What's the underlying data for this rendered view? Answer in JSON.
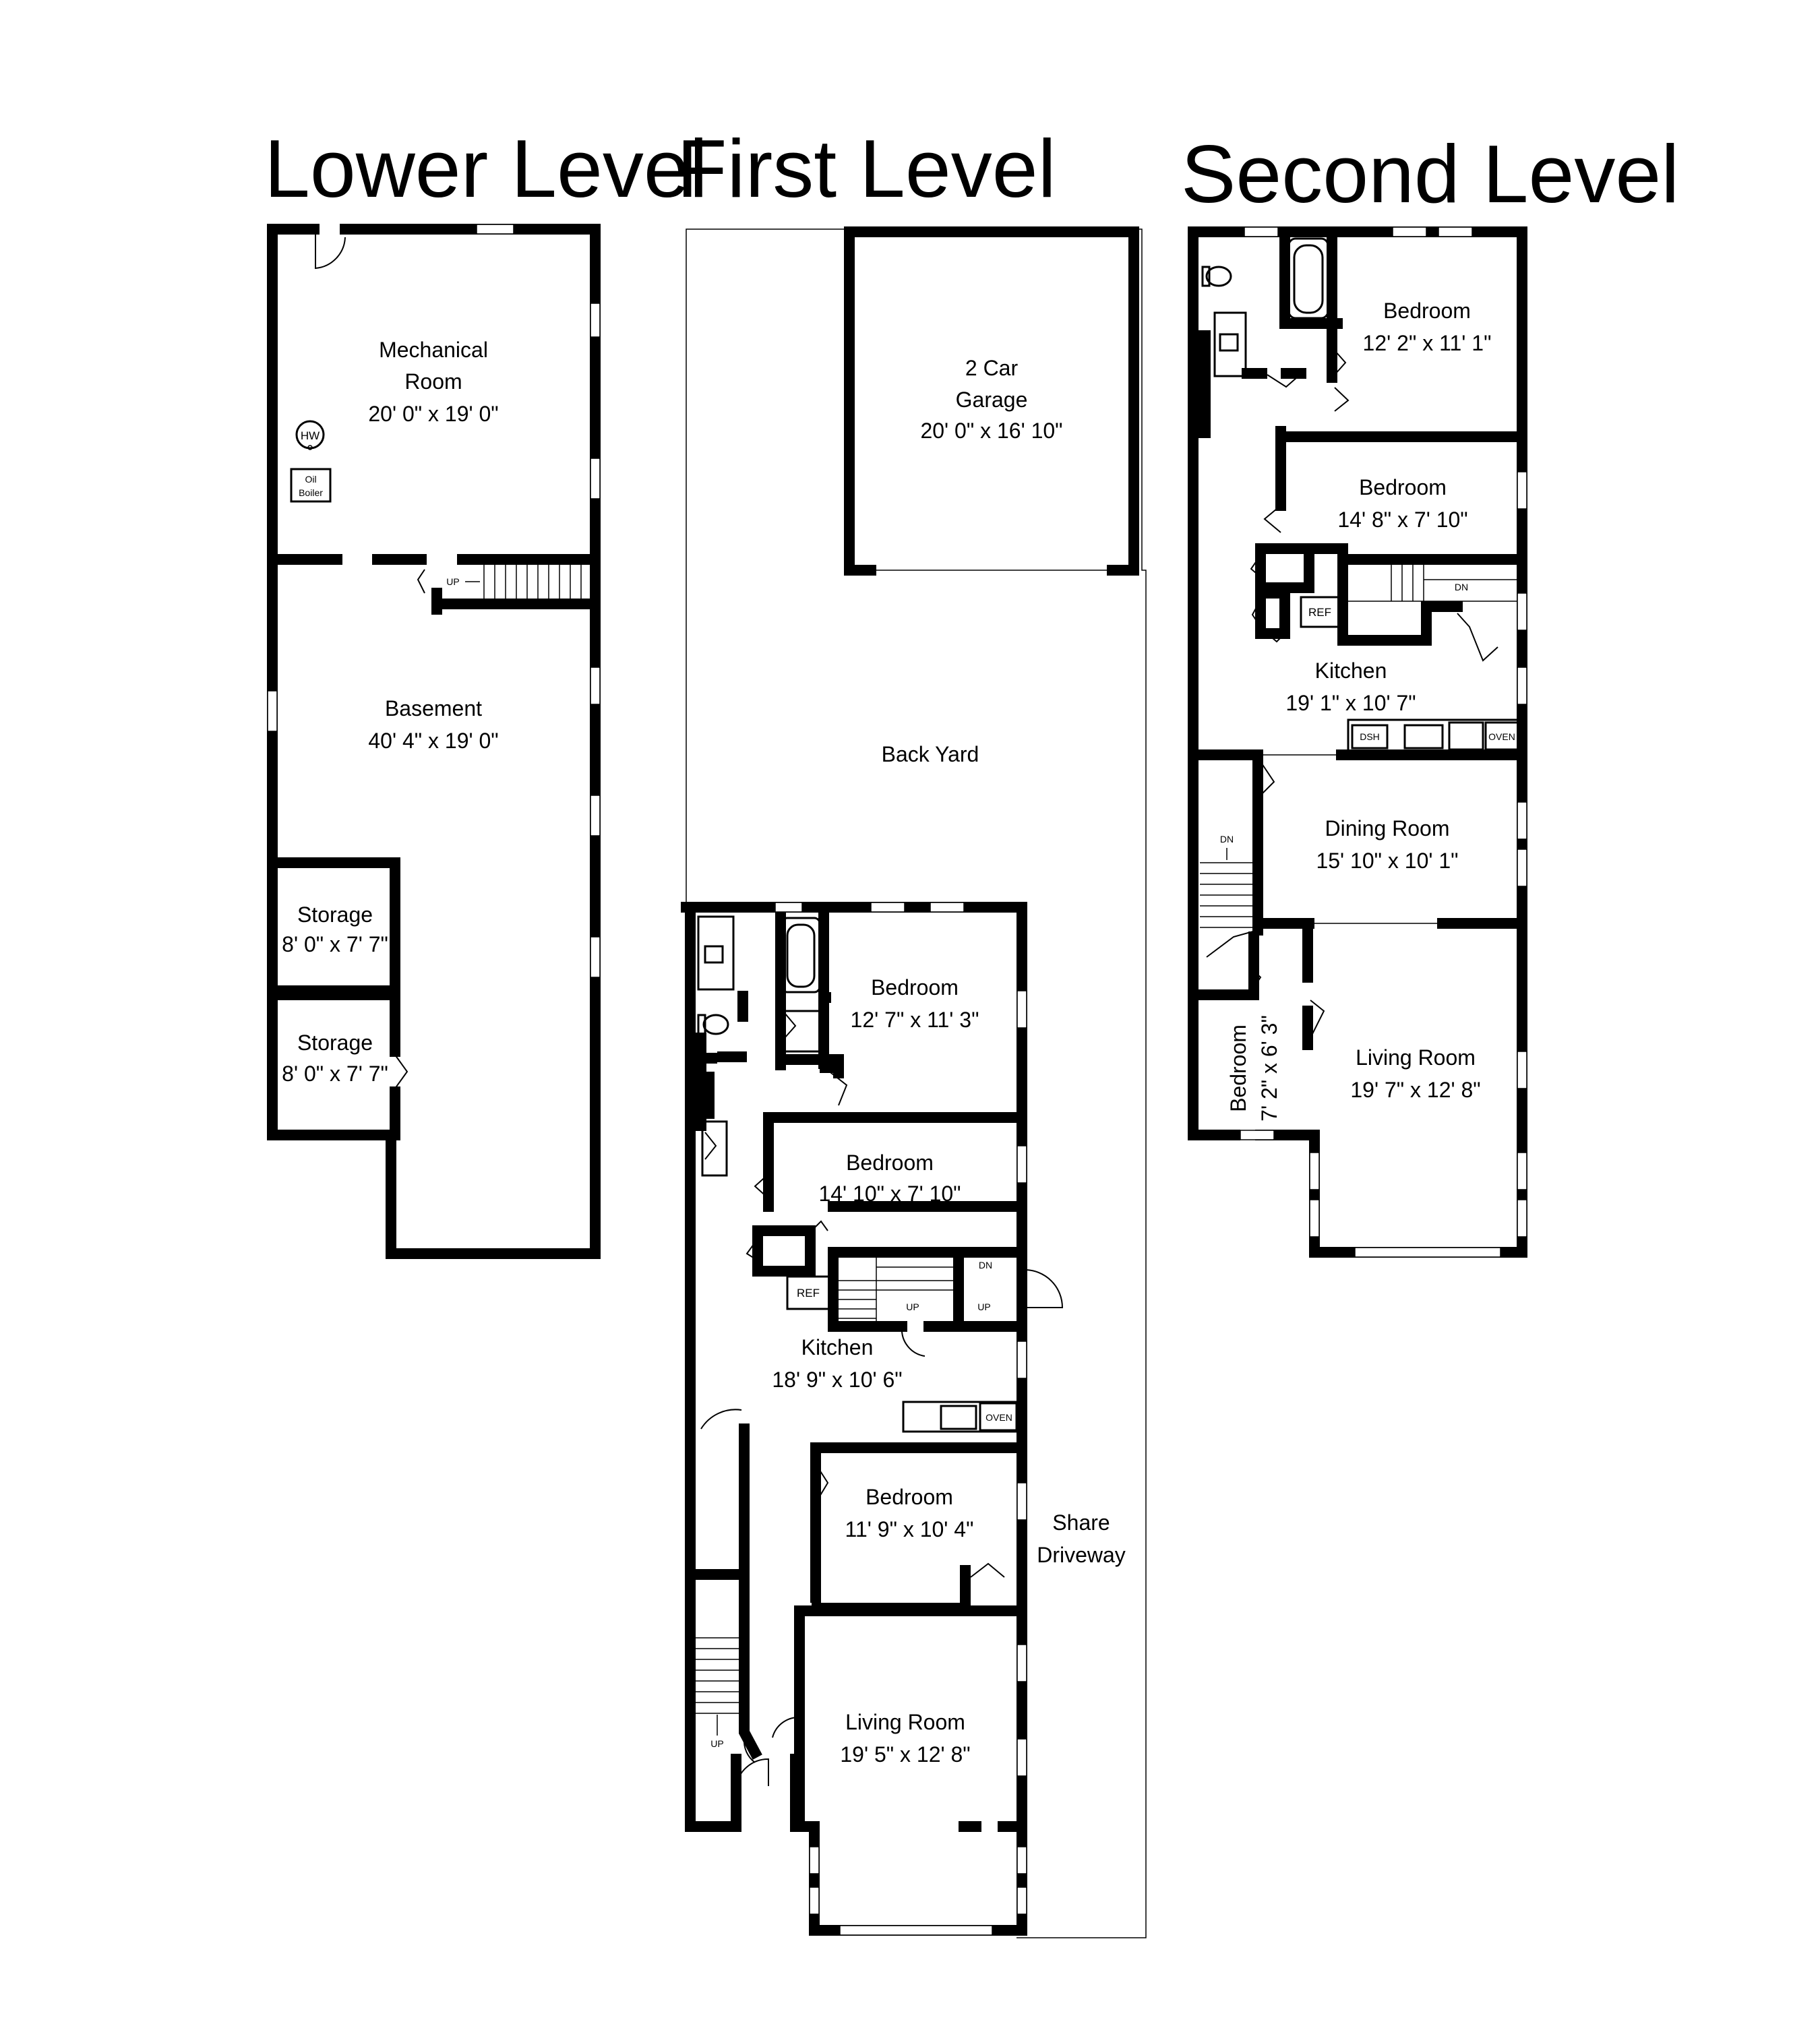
{
  "levels": {
    "lower": {
      "title": "Lower Level",
      "rooms": {
        "mechanical": {
          "name_l1": "Mechanical",
          "name_l2": "Room",
          "dims": "20' 0\" x 19' 0\""
        },
        "basement": {
          "name": "Basement",
          "dims": "40' 4\" x 19' 0\""
        },
        "storage1": {
          "name": "Storage",
          "dims": "8' 0\" x 7' 7\""
        },
        "storage2": {
          "name": "Storage",
          "dims": "8' 0\" x 7' 7\""
        }
      },
      "fixtures": {
        "hw": "HW",
        "boiler_l1": "Oil",
        "boiler_l2": "Boiler",
        "stair": "UP"
      }
    },
    "first": {
      "title": "First Level",
      "rooms": {
        "garage": {
          "name_l1": "2 Car",
          "name_l2": "Garage",
          "dims": "20' 0\" x 16' 10\""
        },
        "backyard": {
          "name": "Back Yard"
        },
        "bedroom1": {
          "name": "Bedroom",
          "dims": "12' 7\" x 11' 3\""
        },
        "bedroom2": {
          "name": "Bedroom",
          "dims": "14' 10\" x 7' 10\""
        },
        "kitchen": {
          "name": "Kitchen",
          "dims": "18' 9\" x 10' 6\""
        },
        "bedroom3": {
          "name": "Bedroom",
          "dims": "11' 9\" x 10' 4\""
        },
        "living": {
          "name": "Living Room",
          "dims": "19' 5\" x 12' 8\""
        },
        "driveway": {
          "name_l1": "Share",
          "name_l2": "Driveway"
        }
      },
      "fixtures": {
        "ref": "REF",
        "oven": "OVEN",
        "up": "UP",
        "dn": "DN"
      }
    },
    "second": {
      "title": "Second Level",
      "rooms": {
        "bedroom1": {
          "name": "Bedroom",
          "dims": "12' 2\" x 11' 1\""
        },
        "bedroom2": {
          "name": "Bedroom",
          "dims": "14' 8\" x 7' 10\""
        },
        "kitchen": {
          "name": "Kitchen",
          "dims": "19' 1\" x 10' 7\""
        },
        "dining": {
          "name": "Dining Room",
          "dims": "15' 10\" x 10' 1\""
        },
        "bedroom3": {
          "name": "Bedroom",
          "dims": "7' 2\" x 6' 3\""
        },
        "living": {
          "name": "Living Room",
          "dims": "19' 7\" x 12' 8\""
        }
      },
      "fixtures": {
        "ref": "REF",
        "dsh": "DSH",
        "oven": "OVEN",
        "dn": "DN"
      }
    }
  }
}
